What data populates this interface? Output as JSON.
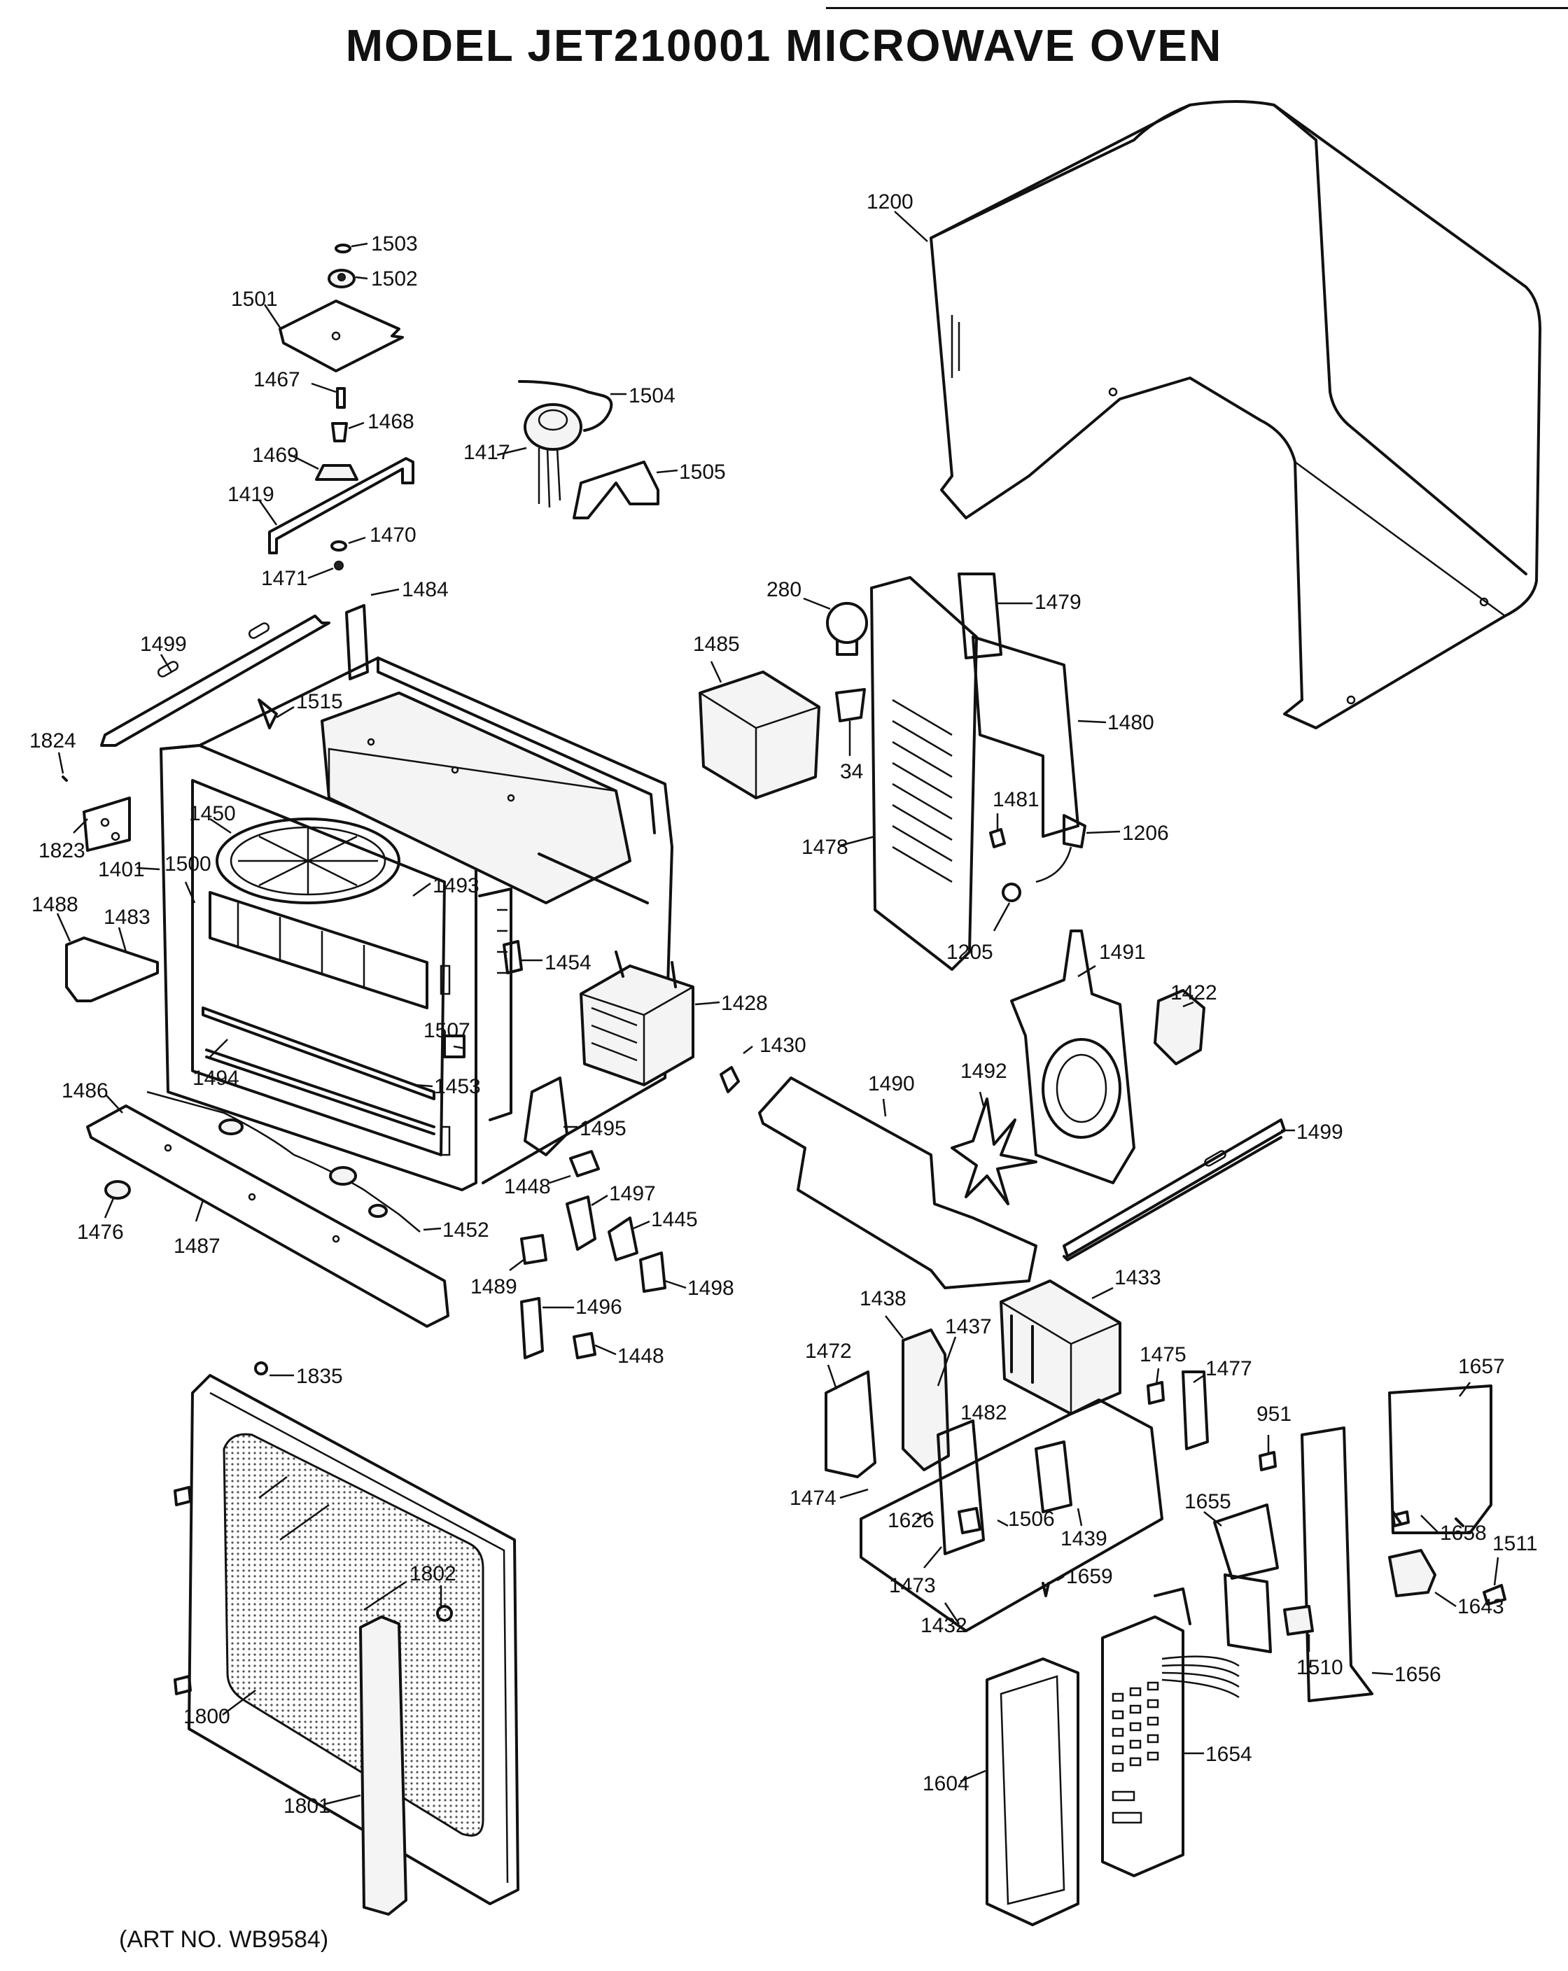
{
  "title": "MODEL  JET210001  MICROWAVE OVEN",
  "art_number": "(ART NO. WB9584)",
  "part_labels": [
    "1200",
    "1503",
    "1502",
    "1501",
    "1467",
    "1468",
    "1504",
    "1469",
    "1417",
    "1505",
    "1419",
    "1470",
    "1471",
    "1484",
    "280",
    "1479",
    "1499",
    "1485",
    "1480",
    "1824",
    "1515",
    "34",
    "1823",
    "1450",
    "1401",
    "1500",
    "1481",
    "1206",
    "1478",
    "1493",
    "1488",
    "1483",
    "1454",
    "1205",
    "1491",
    "1428",
    "1422",
    "1507",
    "1430",
    "1494",
    "1453",
    "1486",
    "1490",
    "1492",
    "1495",
    "1499",
    "1448",
    "1497",
    "1452",
    "1476",
    "1445",
    "1487",
    "1489",
    "1498",
    "1438",
    "1433",
    "1496",
    "1437",
    "1448",
    "1472",
    "1475",
    "1477",
    "1657",
    "1835",
    "1482",
    "951",
    "1474",
    "1626",
    "1506",
    "1655",
    "1439",
    "1658",
    "1511",
    "1802",
    "1473",
    "1659",
    "1643",
    "1432",
    "1510",
    "1656",
    "1800",
    "1654",
    "1604",
    "1801"
  ]
}
